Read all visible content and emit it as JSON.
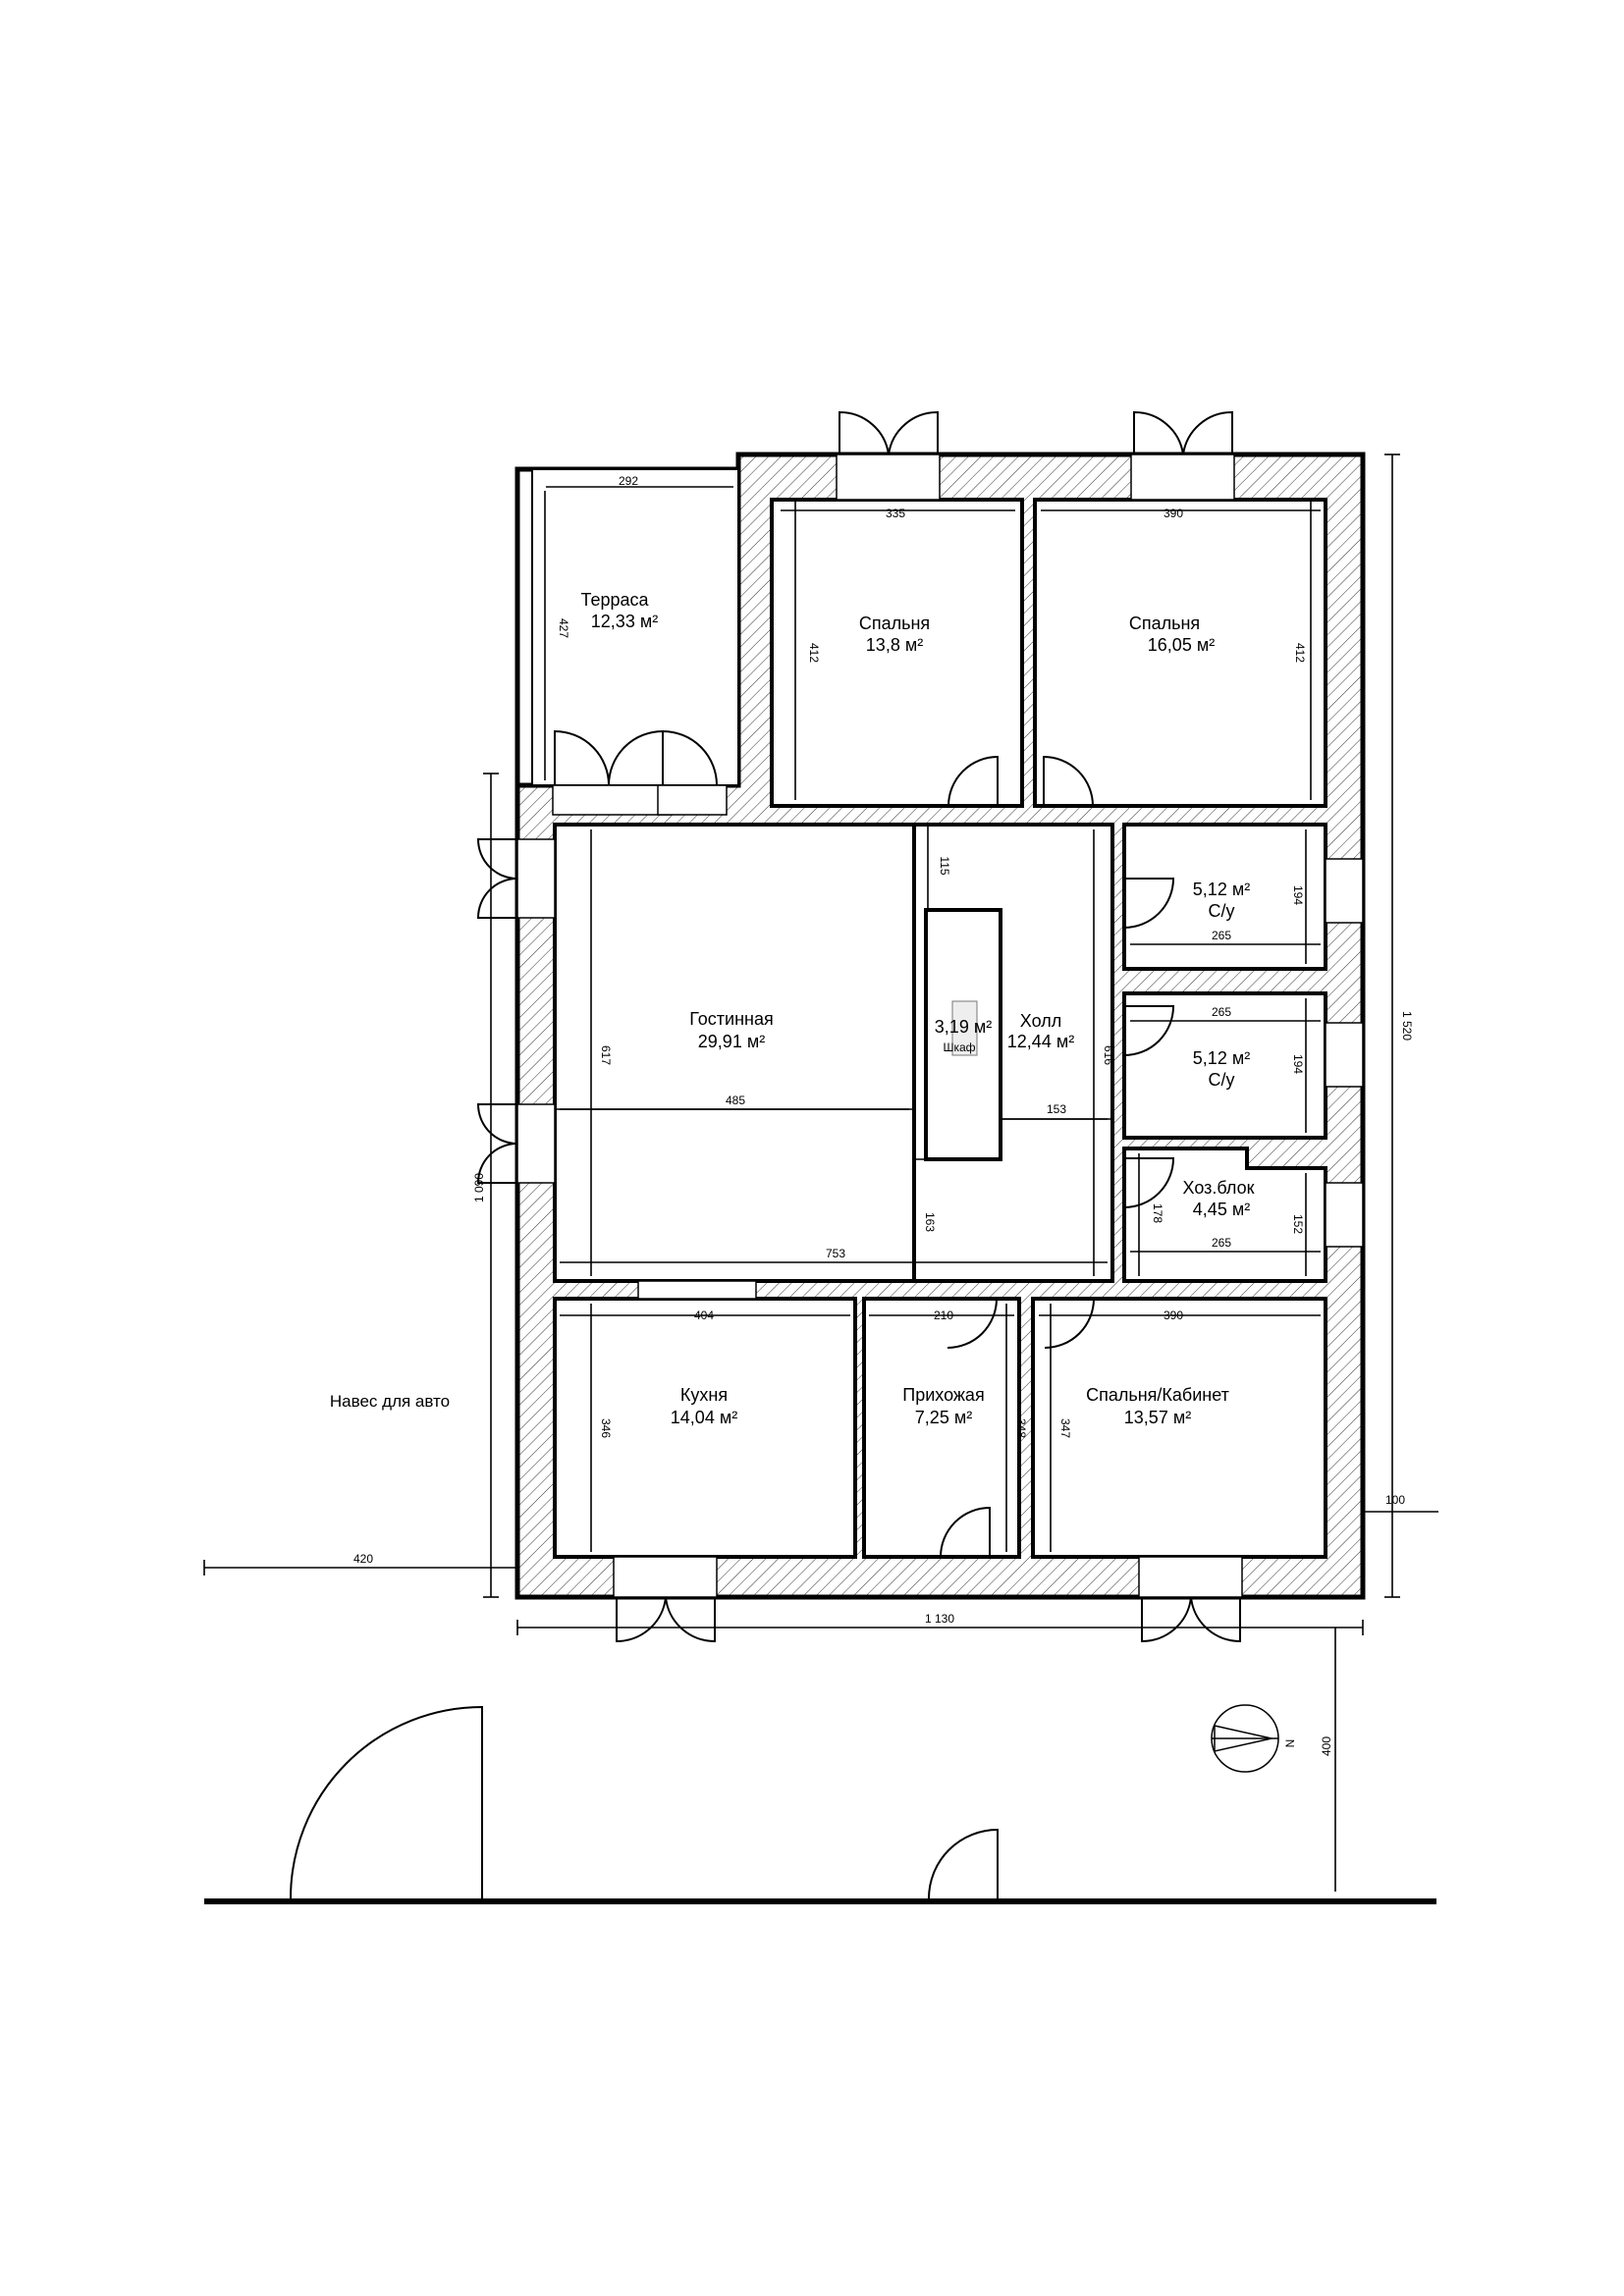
{
  "rooms": {
    "terrace": {
      "name": "Терраса",
      "area": "12,33 м²"
    },
    "bedroom1": {
      "name": "Спальня",
      "area": "13,8 м²"
    },
    "bedroom2": {
      "name": "Спальня",
      "area": "16,05 м²"
    },
    "wc1": {
      "area": "5,12 м²",
      "name": "С/у"
    },
    "wc2": {
      "area": "5,12 м²",
      "name": "С/у"
    },
    "utility": {
      "name": "Хоз.блок",
      "area": "4,45 м²"
    },
    "living": {
      "name": "Гостинная",
      "area": "29,91 м²"
    },
    "closet": {
      "area": "3,19 м²",
      "name": "Шкаф"
    },
    "hall": {
      "name": "Холл",
      "area": "12,44 м²"
    },
    "kitchen": {
      "name": "Кухня",
      "area": "14,04 м²"
    },
    "entry": {
      "name": "Прихожая",
      "area": "7,25 м²"
    },
    "bedroom3": {
      "name": "Спальня/Кабинет",
      "area": "13,57 м²"
    }
  },
  "dimensions": {
    "terrace_w": "292",
    "terrace_h": "427",
    "bed1_w": "335",
    "bed1_h": "412",
    "bed2_w": "390",
    "bed2_h": "412",
    "hall_stub": "115",
    "wc1_w": "265",
    "wc1_h": "194",
    "wc2_w": "265",
    "wc2_h": "194",
    "util_w": "265",
    "util_h": "152",
    "util_h2": "178",
    "living_h": "617",
    "living_w": "485",
    "hall_h": "616",
    "hall_w": "153",
    "lower_w": "753",
    "lower_h": "163",
    "kitchen_w": "404",
    "kitchen_h": "346",
    "entry_w": "210",
    "entry_h": "348",
    "bed3_w": "390",
    "bed3_h": "347",
    "carport_depth": "420",
    "house_w": "1 130",
    "house_h": "1 520",
    "left_h": "1 090",
    "setback_right": "100",
    "setback_street": "400"
  },
  "labels": {
    "carport": "Навес для авто",
    "compass": "N"
  }
}
